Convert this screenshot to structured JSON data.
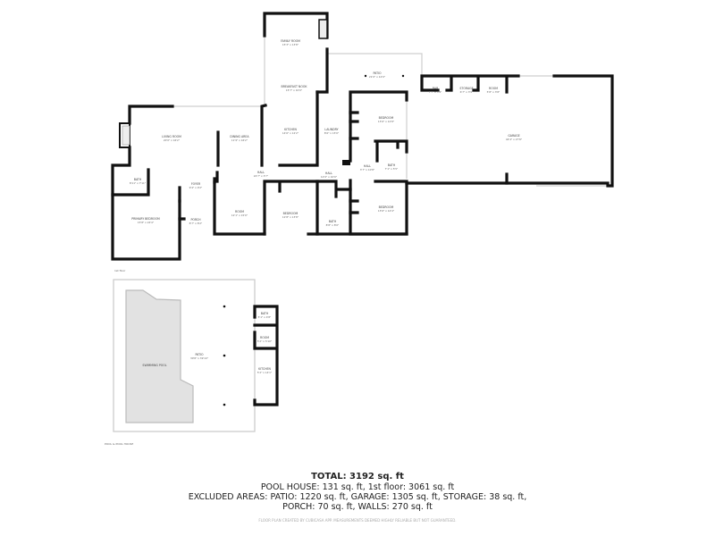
{
  "first_floor": {
    "caption": "1st floor",
    "rooms": [
      {
        "name": "FAMILY ROOM",
        "dim": "15'3\" x 13'8\""
      },
      {
        "name": "BREAKFAST NOOK",
        "dim": "15'7\" x 10'0\""
      },
      {
        "name": "PATIO",
        "dim": "21'0\" x 12'0\""
      },
      {
        "name": "LIVING ROOM",
        "dim": "20'0\" x 16'2\""
      },
      {
        "name": "DINING AREA",
        "dim": "11'9\" x 16'2\""
      },
      {
        "name": "KITCHEN",
        "dim": "14'6\" x 12'2\""
      },
      {
        "name": "LAUNDRY",
        "dim": "8'6\" x 15'0\""
      },
      {
        "name": "BEDROOM",
        "dim": "13'6\" x 12'8\""
      },
      {
        "name": "HALL",
        "dim": "24'7\" x 3'7\""
      },
      {
        "name": "HALL",
        "dim": "12'0\" x 10'0\""
      },
      {
        "name": "HALL",
        "dim": "3'7\" x 10'8\""
      },
      {
        "name": "BATH",
        "dim": "7'1\" x 5'5\""
      },
      {
        "name": "BATH",
        "dim": "8'11\" x 7'11\""
      },
      {
        "name": "FOYER",
        "dim": "9'4\" x 9'2\""
      },
      {
        "name": "PRIMARY BEDROOM",
        "dim": "15'8\" x 24'4\""
      },
      {
        "name": "PORCH",
        "dim": "8'7\" x 8'2\""
      },
      {
        "name": "ROOM",
        "dim": "12'1\" x 15'0\""
      },
      {
        "name": "BEDROOM",
        "dim": "12'8\" x 13'8\""
      },
      {
        "name": "BATH",
        "dim": "8'8\" x 8'0\""
      },
      {
        "name": "BEDROOM",
        "dim": "13'6\" x 14'4\""
      },
      {
        "name": "BAR",
        "dim": "7'7\" x 3'9\""
      },
      {
        "name": "STORAGE",
        "dim": "6'7\" x 3'9\""
      },
      {
        "name": "ROOM",
        "dim": "5'8\" x 3'8\""
      },
      {
        "name": "GARAGE",
        "dim": "44'4\" x 27'8\""
      }
    ]
  },
  "pool_house": {
    "caption": "POOL & POOL HOUSE",
    "rooms": [
      {
        "name": "SWIMMING POOL",
        "dim": ""
      },
      {
        "name": "PATIO",
        "dim": "30'8\" x 39'10\""
      },
      {
        "name": "BATH",
        "dim": "5'1\" x 4'8\""
      },
      {
        "name": "ROOM",
        "dim": "5'2\" x 5'10\""
      },
      {
        "name": "KITCHEN",
        "dim": "5'2\" x 14'1\""
      }
    ]
  },
  "totals": {
    "total": "TOTAL: 3192 sq. ft",
    "line1": "POOL HOUSE: 131 sq. ft, 1st floor: 3061 sq. ft",
    "line2": "EXCLUDED AREAS: PATIO: 1220 sq. ft, GARAGE: 1305 sq. ft, STORAGE: 38 sq. ft,",
    "line3": "PORCH: 70 sq. ft, WALLS: 270 sq. ft",
    "footer": "FLOOR PLAN CREATED BY CUBICASA APP. MEASUREMENTS DEEMED HIGHLY RELIABLE BUT NOT GUARANTEED."
  },
  "colors": {
    "walls": "#111111",
    "pool": "#e2e2e2",
    "windows": "#cfcfcf"
  }
}
